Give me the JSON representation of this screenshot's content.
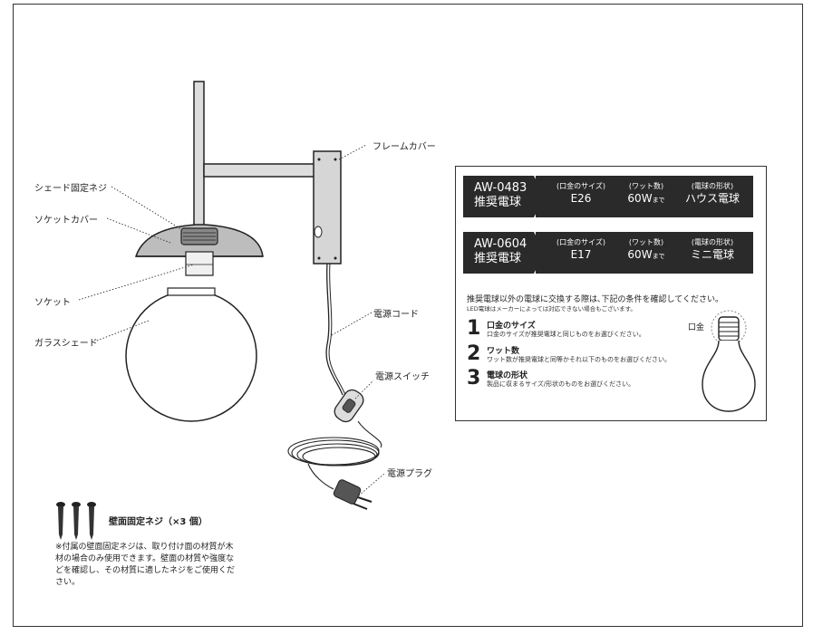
{
  "labels": {
    "frame_cover": "フレームカバー",
    "shade_screw": "シェード固定ネジ",
    "socket_cover": "ソケットカバー",
    "socket": "ソケット",
    "glass_shade": "ガラスシェード",
    "power_cord": "電源コード",
    "power_switch": "電源スイッチ",
    "power_plug": "電源プラグ"
  },
  "bulb_panel": {
    "rows": [
      {
        "model": "AW-0483",
        "sub": "推奨電球",
        "base_label": "(口金のサイズ)",
        "base_value": "E26",
        "watt_label": "(ワット数)",
        "watt_value": "60W",
        "watt_suffix": "まで",
        "shape_label": "(電球の形状)",
        "shape_value": "ハウス電球"
      },
      {
        "model": "AW-0604",
        "sub": "推奨電球",
        "base_label": "(口金のサイズ)",
        "base_value": "E17",
        "watt_label": "(ワット数)",
        "watt_value": "60W",
        "watt_suffix": "まで",
        "shape_label": "(電球の形状)",
        "shape_value": "ミニ電球"
      }
    ],
    "note_main": "推奨電球以外の電球に交換する際は､下記の条件を確認してください。",
    "note_sub": "LED電球はメーカーによっては対応できない場合もございます。",
    "conditions": [
      {
        "num": "1",
        "title": "口金のサイズ",
        "desc": "口金のサイズが推奨電球と同じものをお選びください。"
      },
      {
        "num": "2",
        "title": "ワット数",
        "desc": "ワット数が推奨電球と同等かそれ以下のものをお選びください。"
      },
      {
        "num": "3",
        "title": "電球の形状",
        "desc": "製品に収まるサイズ/形状のものをお選びください。"
      }
    ],
    "base_callout": "口金"
  },
  "screws": {
    "title": "壁面固定ネジ（×3 個）",
    "note": "※付属の壁面固定ネジは、取り付け面の材質が木材の場合のみ使用できます。壁面の材質や強度などを確認し、その材質に適したネジをご使用ください。"
  }
}
